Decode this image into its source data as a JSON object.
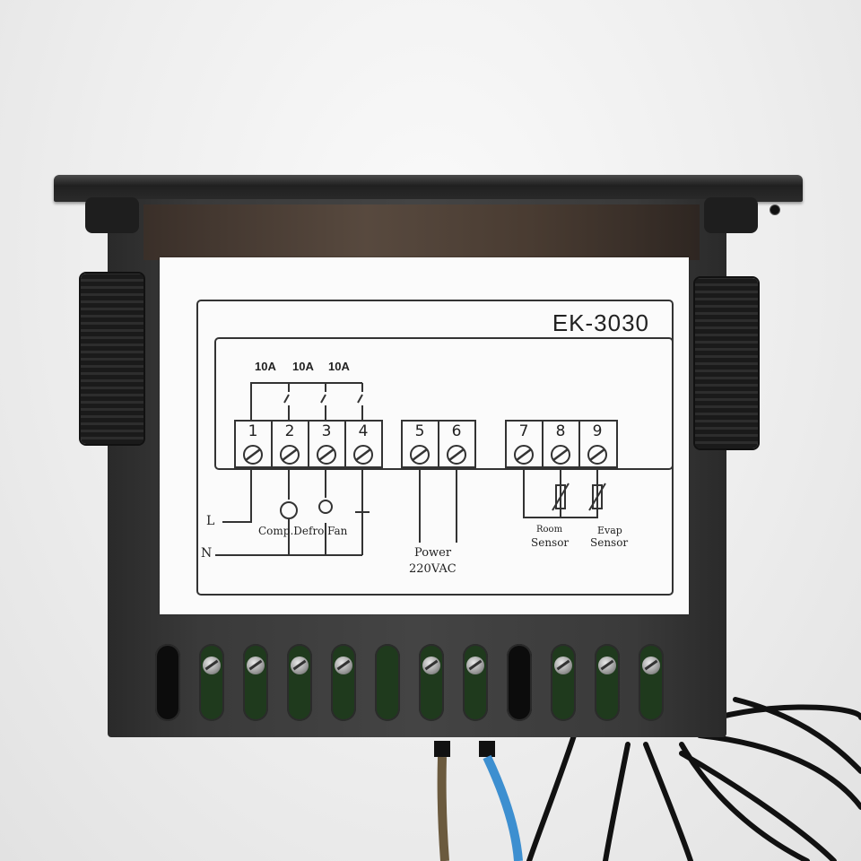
{
  "label": {
    "model": "EK-3030",
    "ampere_ratings": [
      "10A",
      "10A",
      "10A"
    ],
    "terminal_numbers": [
      "1",
      "2",
      "3",
      "4",
      "5",
      "6",
      "7",
      "8",
      "9"
    ],
    "line_label": "L",
    "neutral_label": "N",
    "outputs_caption": "Comp.Defro.Fan",
    "power_caption": "Power",
    "voltage_caption": "220VAC",
    "room_sensor": [
      "Room",
      "Sensor"
    ],
    "evap_sensor": [
      "Evap",
      "Sensor"
    ]
  },
  "colors": {
    "housing": "#333333",
    "label_background": "#fbfbfb",
    "terminal_green": "#1f3a1d",
    "wire_brown": "#6b5a3e",
    "wire_blue": "#3d8fd0",
    "cable_black": "#111111"
  }
}
